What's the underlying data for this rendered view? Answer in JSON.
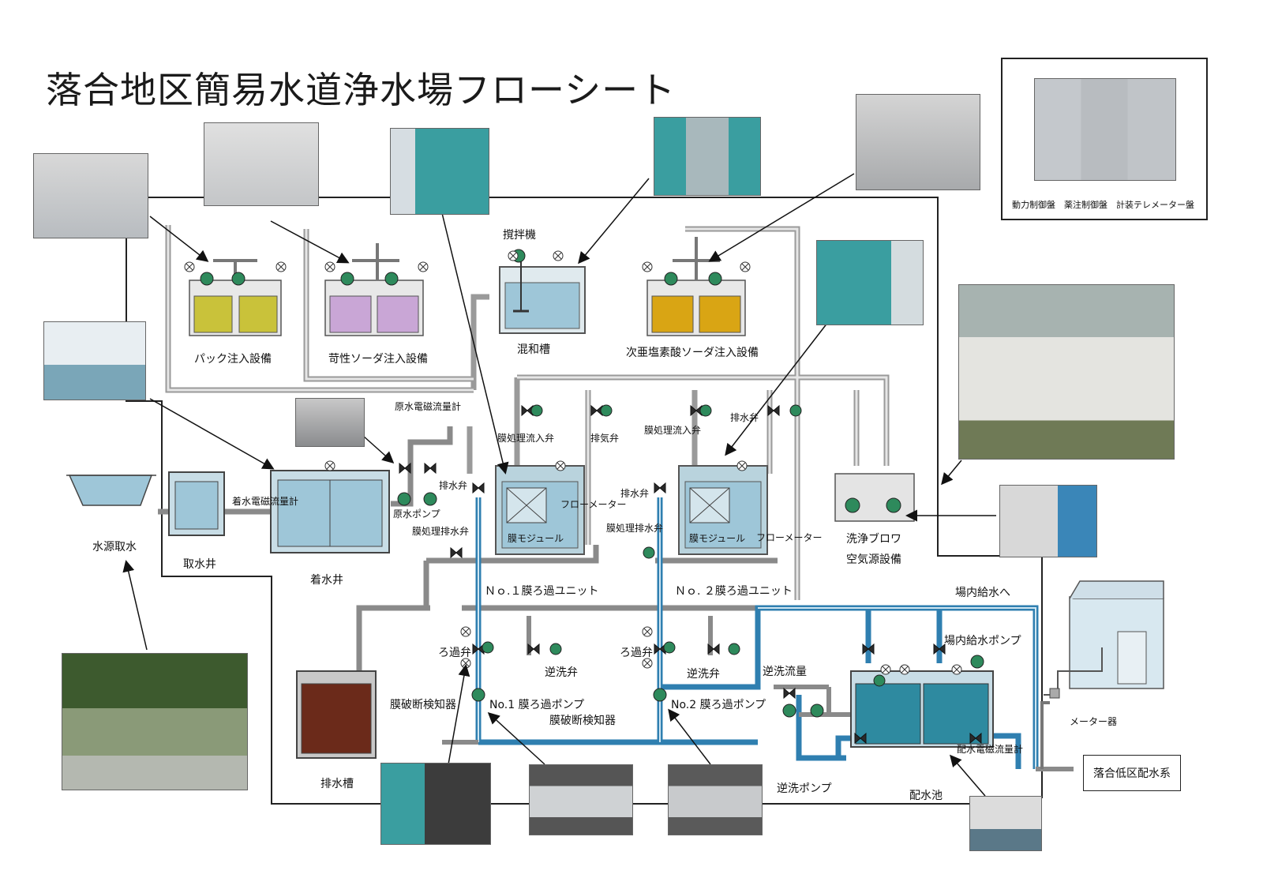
{
  "title": "落合地区簡易水道浄水場フローシート",
  "equipment": {
    "pac": "パック注入設備",
    "naoh": "苛性ソーダ注入設備",
    "mixing_tank": "混和槽",
    "agitator": "撹拌機",
    "hypochlorite": "次亜塩素酸ソーダ注入設備",
    "raw_flowmeter": "原水電磁流量計",
    "inflow_flowmeter": "着水電磁流量計",
    "raw_pump": "原水ポンプ",
    "source_intake": "水源取水",
    "intake_well": "取水井",
    "receiving_well": "着水井",
    "drain_valve": "排水弁",
    "membrane_drain_valve": "膜処理排水弁",
    "membrane_inflow_valve": "膜処理流入弁",
    "air_vent_valve": "排気弁",
    "flow_meter": "フローメーター",
    "membrane_module": "膜モジュール",
    "unit1": "Ｎｏ.１膜ろ過ユニット",
    "unit2": "Ｎｏ. ２膜ろ過ユニット",
    "blower": "洗浄ブロワ",
    "air_source": "空気源設備",
    "filter_valve": "ろ過弁",
    "backwash_valve": "逆洗弁",
    "breakage_detector": "膜破断検知器",
    "pump1": "No.1 膜ろ過ポンプ",
    "pump2": "No.2 膜ろ過ポンプ",
    "backwash_flow": "逆洗流量",
    "backwash_pump": "逆洗ポンプ",
    "drain_tank": "排水槽",
    "distribution_reservoir": "配水池",
    "onsite_supply": "場内給水へ",
    "onsite_pump": "場内給水ポンプ",
    "distribution_flowmeter": "配水電磁流量計",
    "meter": "メーター器",
    "distribution_system": "落合低区配水系"
  },
  "control_panel": {
    "caption": "動力制御盤　薬注制御盤　計装テレメーター盤"
  },
  "colors": {
    "water": "#9ec6d8",
    "pipe_grey": "#8a8a8a",
    "pipe_blue": "#2f7fb0",
    "pac_liquid": "#c9c23a",
    "naoh_liquid": "#c9a6d6",
    "hypo_liquid": "#d9a514",
    "drain_liquid": "#6b2a1a",
    "reservoir_water": "#2e8aa0",
    "equipment_teal": "#3a9ea0",
    "valve_green": "#2e8a5c"
  }
}
